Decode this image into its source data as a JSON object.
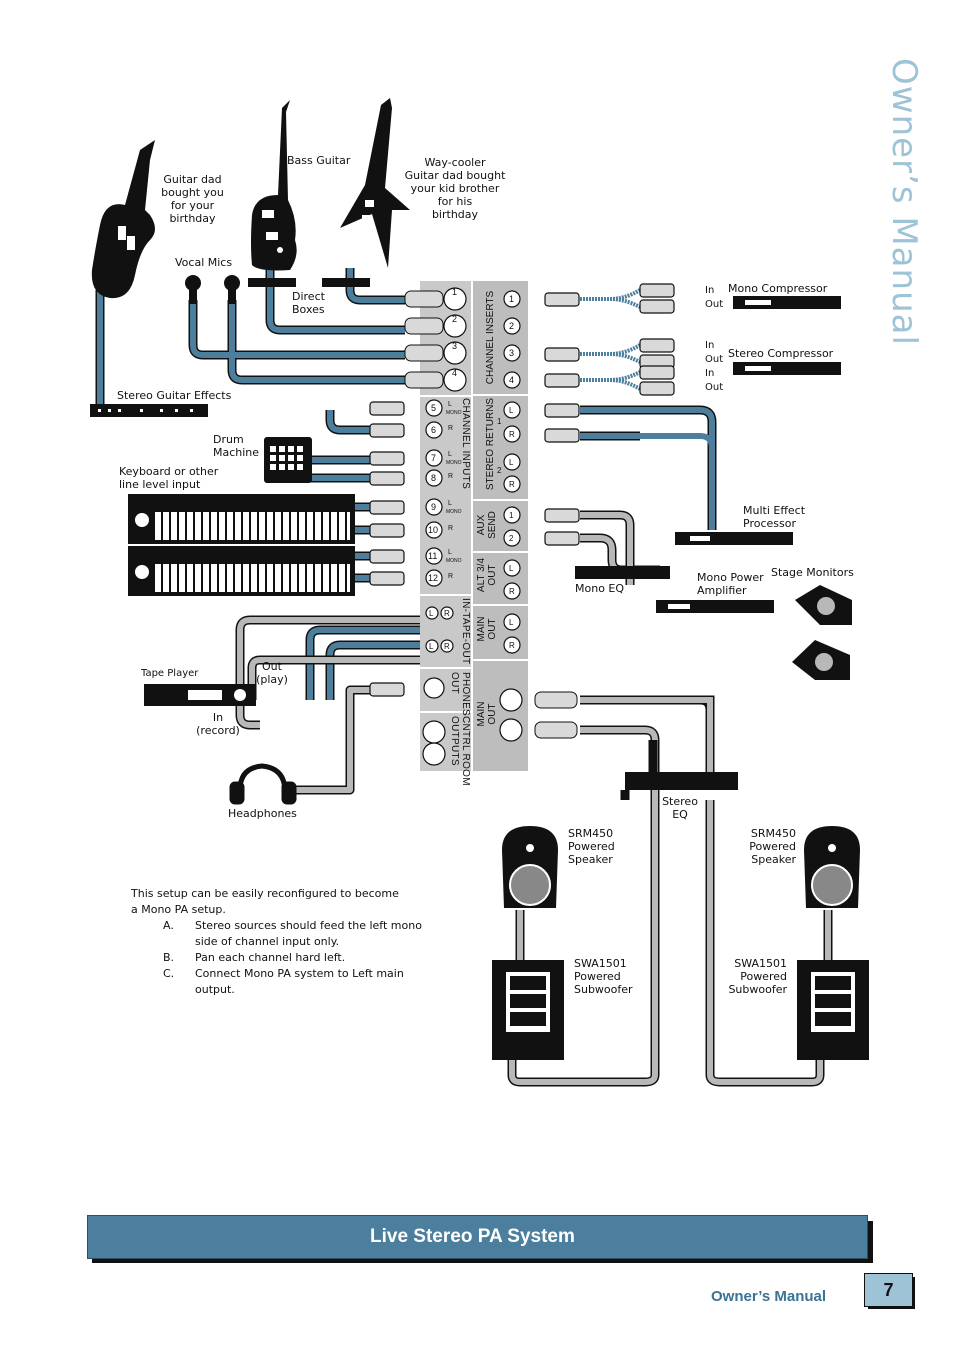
{
  "side_title": "Owner’s Manual",
  "banner_title": "Live Stereo PA System",
  "footer": {
    "label": "Owner’s Manual",
    "page": "7"
  },
  "labels": {
    "guitar1": "Guitar dad\nbought you\nfor your\nbirthday",
    "bass": "Bass Guitar",
    "guitar3": "Way-cooler\nGuitar dad bought\nyour kid brother\nfor his\nbirthday",
    "vocal_mics": "Vocal Mics",
    "direct_boxes": "Direct\nBoxes",
    "stereo_guitar_fx": "Stereo Guitar Effects",
    "drum_machine": "Drum\nMachine",
    "keyboard": "Keyboard or other\nline level input",
    "tape_player": "Tape Player",
    "tape_out": "Out\n(play)",
    "tape_in": "In\n(record)",
    "headphones": "Headphones",
    "mono_comp": "Mono Compressor",
    "stereo_comp": "Stereo Compressor",
    "multi_fx": "Multi Effect\nProcessor",
    "mono_eq": "Mono EQ",
    "mono_amp": "Mono Power\nAmplifier",
    "stage_monitors": "Stage Monitors",
    "stereo_eq": "Stereo\nEQ",
    "srm_left": "SRM450\nPowered\nSpeaker",
    "srm_right": "SRM450\nPowered\nSpeaker",
    "swa_left": "SWA1501\nPowered\nSubwoofer",
    "swa_right": "SWA1501\nPowered\nSubwoofer",
    "in": "In",
    "out": "Out"
  },
  "mixer": {
    "sections_left": [
      "CHANNEL  INPUTS",
      "IN-TAPE-OUT",
      "PHONES\nOUT",
      "CNTRL ROOM\nOUTPUTS"
    ],
    "sections_right": [
      "CHANNEL INSERTS",
      "STEREO RETURNS",
      "AUX\nSEND",
      "ALT 3/4\nOUT",
      "MAIN\nOUT",
      "MAIN\nOUT"
    ],
    "mono": "MONO",
    "L": "L",
    "R": "R",
    "returns_1": "1",
    "returns_2": "2",
    "inserts": [
      "1",
      "2",
      "3",
      "4"
    ],
    "aux": [
      "1",
      "2"
    ],
    "channels": [
      "5",
      "6",
      "7",
      "8",
      "9",
      "10",
      "11",
      "12"
    ],
    "xlr": [
      "1",
      "2",
      "3",
      "4"
    ]
  },
  "note": {
    "intro": "This setup can be easily reconfigured to become\na Mono PA setup.",
    "items": [
      {
        "key": "A.",
        "text": "Stereo sources should feed the left mono side of channel input only."
      },
      {
        "key": "B.",
        "text": "Pan each channel hard left."
      },
      {
        "key": "C.",
        "text": "Connect Mono PA system to Left main output."
      }
    ]
  },
  "colors": {
    "blue_cable": "#4c7f9e",
    "grey_cable": "#b8b8b8",
    "panel": "#c9c9c9",
    "accent": "#9fc3d6"
  }
}
